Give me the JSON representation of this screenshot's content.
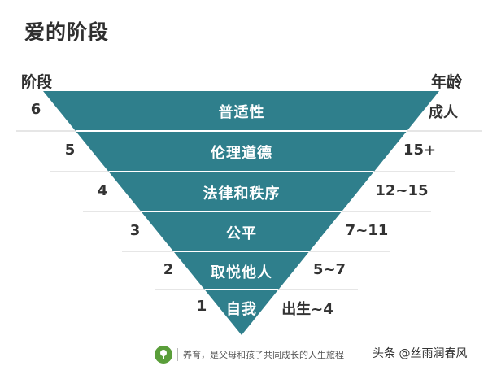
{
  "title": "爱的阶段",
  "headers": {
    "left": "阶段",
    "right": "年龄"
  },
  "levels": [
    {
      "num": "6",
      "label": "普适性",
      "age": "成人"
    },
    {
      "num": "5",
      "label": "伦理道德",
      "age": "15+"
    },
    {
      "num": "4",
      "label": "法律和秩序",
      "age": "12~15"
    },
    {
      "num": "3",
      "label": "公平",
      "age": "7~11"
    },
    {
      "num": "2",
      "label": "取悦他人",
      "age": "5~7"
    },
    {
      "num": "1",
      "label": "自我",
      "age": "出生~4"
    }
  ],
  "colors": {
    "triangle": "#2f7f8c",
    "lines": "#d6d6d6",
    "text": "#333333"
  },
  "footer": {
    "logo_icon": "tree-icon",
    "slogan": "养育，是父母和孩子共同成长的人生旅程"
  },
  "watermark": "头条 @丝雨润春风"
}
